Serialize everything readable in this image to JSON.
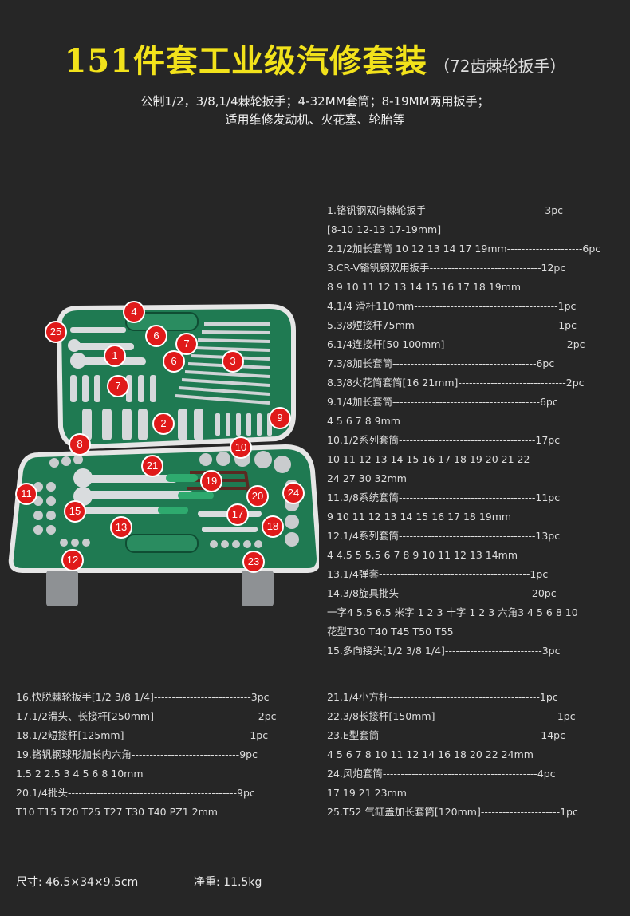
{
  "title": {
    "main": "151件套工业级汽修套装",
    "sub": "（72齿棘轮扳手）"
  },
  "subtitle": {
    "line1": "公制1/2，3/8,1/4棘轮扳手；4-32MM套筒；8-19MM两用扳手；",
    "line2": "适用维修发动机、火花塞、轮胎等"
  },
  "right_list": [
    "1.铬钒钢双向棘轮扳手---------------------------------3pc",
    "[8-10 12-13 17-19mm]",
    "2.1/2加长套筒 10 12 13 14 17 19mm---------------------6pc",
    "3.CR-V铬钒钢双用扳手-------------------------------12pc",
    "8 9 10 11 12 13 14 15 16 17 18 19mm",
    "4.1/4 滑杆110mm----------------------------------------1pc",
    "5.3/8短接杆75mm----------------------------------------1pc",
    "6.1/4连接杆[50 100mm]----------------------------------2pc",
    "7.3/8加长套筒----------------------------------------6pc",
    "8.3/8火花筒套筒[16 21mm]------------------------------2pc",
    "9.1/4加长套筒-----------------------------------------6pc",
    "4 5 6 7 8 9mm",
    "10.1/2系列套筒--------------------------------------17pc",
    "10 11 12 13 14 15 16 17 18 19 20 21 22",
    "24 27 30 32mm",
    "11.3/8系统套筒--------------------------------------11pc",
    "9 10 11 12 13 14 15 16 17 18 19mm",
    "12.1/4系列套筒--------------------------------------13pc",
    "4 4.5 5 5.5 6 7 8 9 10 11 12 13 14mm",
    "13.1/4弹套------------------------------------------1pc",
    "14.3/8旋具批头-------------------------------------20pc",
    "一字4 5.5 6.5  米字 1 2 3  十字 1 2 3 六角3 4 5 6 8 10",
    "花型T30 T40 T45 T50 T55",
    "15.多向接头[1/2 3/8 1/4]---------------------------3pc"
  ],
  "bottom_left": [
    "16.快脱棘轮扳手[1/2 3/8 1/4]---------------------------3pc",
    "17.1/2滑头、长接杆[250mm]-----------------------------2pc",
    "18.1/2短接杆[125mm]-----------------------------------1pc",
    "19.铬钒钢球形加长内六角------------------------------9pc",
    "1.5 2 2.5 3 4 5 6 8 10mm",
    "20.1/4批头-----------------------------------------------9pc",
    "T10 T15 T20 T25 T27 T30 T40 PZ1 2mm"
  ],
  "bottom_right": [
    "21.1/4小方杆------------------------------------------1pc",
    "22.3/8长接杆[150mm]----------------------------------1pc",
    "23.E型套筒---------------------------------------------14pc",
    "4 5 6 7 8 10 11 12 14 16 18 20 22 24mm",
    "24.风炮套筒-------------------------------------------4pc",
    "17 19 21 23mm",
    "25.T52 气缸盖加长套筒[120mm]----------------------1pc"
  ],
  "specs": {
    "size": "尺寸:  46.5×34×9.5cm",
    "weight": "净重:  11.5kg"
  },
  "callouts": [
    "4",
    "25",
    "6",
    "7",
    "1",
    "6",
    "3",
    "7",
    "2",
    "9",
    "8",
    "10",
    "21",
    "11",
    "19",
    "20",
    "24",
    "15",
    "17",
    "13",
    "18",
    "12",
    "23"
  ],
  "colors": {
    "background": "#262626",
    "title": "#f2e21b",
    "case_green": "#1f7a52",
    "callout_red": "#e01a1a"
  }
}
